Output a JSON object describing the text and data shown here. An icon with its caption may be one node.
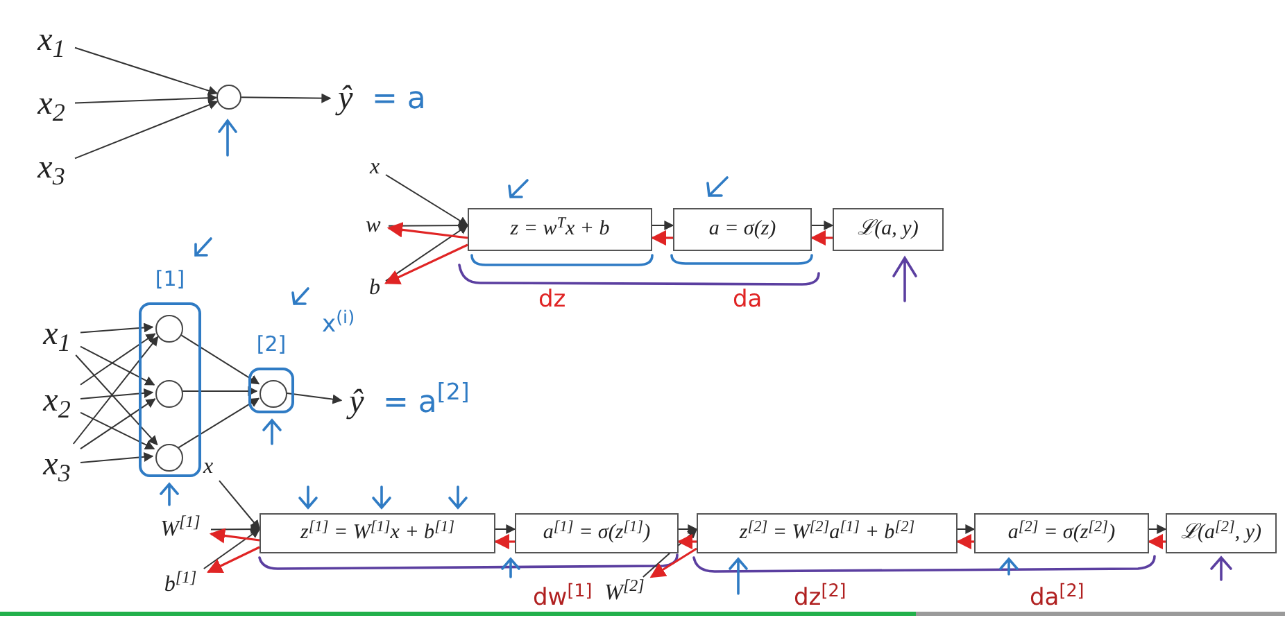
{
  "diagram": {
    "nodes": [
      {
        "text": [
          "x$_{1}$"
        ]
      },
      {
        "text": [
          "x$_{2}$"
        ]
      },
      {
        "text": [
          "x$_{3}$"
        ]
      },
      {
        "text": [],
        "shape": "circle"
      },
      {
        "text": [
          "ŷ"
        ],
        "beside": [
          "= a"
        ]
      },
      {
        "text": [
          "x"
        ]
      },
      {
        "text": [
          "w"
        ]
      },
      {
        "text": [
          "b"
        ]
      },
      {
        "text": [
          "z = w$^{T}$x + b"
        ]
      },
      {
        "text": [
          "a = σ(z)"
        ]
      },
      {
        "text": [
          "ℒ(a, y)"
        ]
      },
      {
        "text": [
          "x$_{1}$"
        ]
      },
      {
        "text": [
          "x$_{2}$"
        ]
      },
      {
        "text": [
          "x$_{3}$"
        ]
      },
      {
        "text": [
          "[1]"
        ]
      },
      {
        "text": [],
        "shape": "circle",
        "in": 14
      },
      {
        "text": [],
        "shape": "circle",
        "in": 14
      },
      {
        "text": [],
        "shape": "circle",
        "in": 14
      },
      {
        "text": [
          "[2]"
        ]
      },
      {
        "text": [],
        "shape": "circle",
        "in": 18
      },
      {
        "text": [
          "ŷ"
        ],
        "beside": [
          "= a$^{[2]}$"
        ]
      },
      {
        "text": [
          "x"
        ]
      },
      {
        "text": [
          "W$^{[1]}$"
        ]
      },
      {
        "text": [
          "b$^{[1]}$"
        ]
      },
      {
        "text": [
          "z$^{[1]}$ = W$^{[1]}$x + b$^{[1]}$"
        ]
      },
      {
        "text": [
          "a$^{[1]}$ = σ(z$^{[1]}$)"
        ]
      },
      {
        "text": [
          "W$^{[2]}$"
        ]
      },
      {
        "text": [
          "z$^{[2]}$ = W$^{[2]}$a$^{[1]}$ + b$^{[2]}$"
        ]
      },
      {
        "text": [
          "a$^{[2]}$ = σ(z$^{[2]}$)"
        ]
      },
      {
        "text": [
          "ℒ(a$^{[2]}$, y)"
        ]
      }
    ],
    "edges": [
      {
        "from": 0,
        "to": 3,
        "arrow": "to"
      },
      {
        "from": 1,
        "to": 3,
        "arrow": "to"
      },
      {
        "from": 2,
        "to": 3,
        "arrow": "to"
      },
      {
        "from": 3,
        "to": 4,
        "arrow": "to"
      },
      {
        "from": 5,
        "to": 8,
        "arrow": "to"
      },
      {
        "from": 6,
        "to": 8,
        "arrow": "to"
      },
      {
        "from": 7,
        "to": 8,
        "arrow": "to"
      },
      {
        "from": 8,
        "to": 9,
        "arrow": "to"
      },
      {
        "from": 9,
        "to": 10,
        "arrow": "to"
      },
      {
        "from": 8,
        "to": 6,
        "arrow": "to",
        "color": "#e02424"
      },
      {
        "from": 8,
        "to": 7,
        "arrow": "to",
        "color": "#e02424"
      },
      {
        "from": 9,
        "to": 8,
        "arrow": "to",
        "color": "#e02424"
      },
      {
        "from": 10,
        "to": 9,
        "arrow": "to",
        "color": "#e02424"
      },
      {
        "from": 11,
        "to": 15,
        "arrow": "to"
      },
      {
        "from": 11,
        "to": 16,
        "arrow": "to"
      },
      {
        "from": 11,
        "to": 17,
        "arrow": "to"
      },
      {
        "from": 12,
        "to": 15,
        "arrow": "to"
      },
      {
        "from": 12,
        "to": 16,
        "arrow": "to"
      },
      {
        "from": 12,
        "to": 17,
        "arrow": "to"
      },
      {
        "from": 13,
        "to": 15,
        "arrow": "to"
      },
      {
        "from": 13,
        "to": 16,
        "arrow": "to"
      },
      {
        "from": 13,
        "to": 17,
        "arrow": "to"
      },
      {
        "from": 15,
        "to": 19,
        "arrow": "to"
      },
      {
        "from": 16,
        "to": 19,
        "arrow": "to"
      },
      {
        "from": 17,
        "to": 19,
        "arrow": "to"
      },
      {
        "from": 19,
        "to": 20,
        "arrow": "to"
      },
      {
        "from": 21,
        "to": 24,
        "arrow": "to"
      },
      {
        "from": 22,
        "to": 24,
        "arrow": "to"
      },
      {
        "from": 23,
        "to": 24,
        "arrow": "to"
      },
      {
        "from": 24,
        "to": 25,
        "arrow": "to"
      },
      {
        "from": 25,
        "to": 27,
        "arrow": "to"
      },
      {
        "from": 26,
        "to": 27,
        "arrow": "to"
      },
      {
        "from": 27,
        "to": 28,
        "arrow": "to"
      },
      {
        "from": 28,
        "to": 29,
        "arrow": "to"
      },
      {
        "from": 24,
        "to": 22,
        "arrow": "to",
        "color": "#e02424"
      },
      {
        "from": 24,
        "to": 23,
        "arrow": "to",
        "color": "#e02424"
      },
      {
        "from": 25,
        "to": 24,
        "arrow": "to",
        "color": "#e02424"
      },
      {
        "from": 27,
        "to": 25,
        "arrow": "to",
        "color": "#e02424"
      },
      {
        "from": 27,
        "to": 26,
        "arrow": "to",
        "color": "#e02424"
      },
      {
        "from": 28,
        "to": 27,
        "arrow": "to",
        "color": "#e02424"
      },
      {
        "from": 29,
        "to": 28,
        "arrow": "to",
        "color": "#e02424"
      }
    ],
    "labels": [
      "dz",
      "da",
      "x$^{(i)}$",
      "dw$^{[1]}$",
      "dz$^{[2]}$",
      "da$^{[2]}$"
    ]
  }
}
